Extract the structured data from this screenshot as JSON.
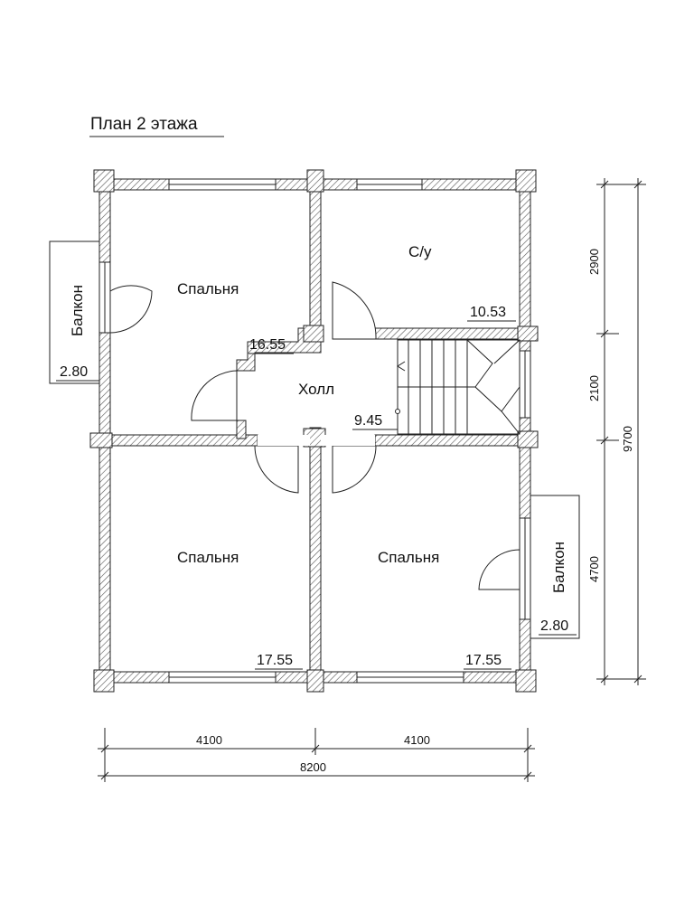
{
  "title": "План 2 этажа",
  "rooms": {
    "bedroom_top_left": {
      "name": "Спальня",
      "area": "16.55"
    },
    "bathroom": {
      "name": "С/у",
      "area": "10.53"
    },
    "hall": {
      "name": "Холл",
      "area": "9.45"
    },
    "bedroom_bottom_left": {
      "name": "Спальня",
      "area": "17.55"
    },
    "bedroom_bottom_right": {
      "name": "Спальня",
      "area": "17.55"
    },
    "balcony_left": {
      "name": "Балкон",
      "area": "2.80"
    },
    "balcony_right": {
      "name": "Балкон",
      "area": "2.80"
    }
  },
  "dimensions": {
    "bottom_left": "4100",
    "bottom_right": "4100",
    "bottom_total": "8200",
    "right_top": "2900",
    "right_middle": "2100",
    "right_bottom": "4700",
    "right_total": "9700"
  }
}
